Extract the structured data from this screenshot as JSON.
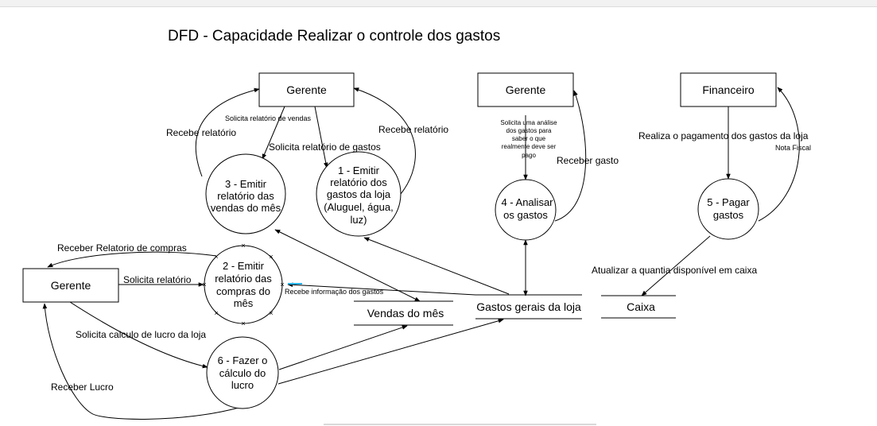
{
  "title": "DFD - Capacidade Realizar o controle dos gastos",
  "entities": [
    {
      "id": "gerente_top",
      "label": "Gerente"
    },
    {
      "id": "gerente_mid",
      "label": "Gerente"
    },
    {
      "id": "financeiro",
      "label": "Financeiro"
    },
    {
      "id": "gerente_left",
      "label": "Gerente"
    }
  ],
  "processes": [
    {
      "id": "p3",
      "lines": [
        "3 - Emitir",
        "relatório das",
        "vendas do mês"
      ]
    },
    {
      "id": "p1",
      "lines": [
        "1 - Emitir",
        "relatório dos",
        "gastos da loja",
        "(Aluguel, água,",
        "luz)"
      ]
    },
    {
      "id": "p4",
      "lines": [
        "4 -  Analisar",
        "os gastos"
      ]
    },
    {
      "id": "p5",
      "lines": [
        "5 - Pagar",
        "gastos"
      ]
    },
    {
      "id": "p2",
      "lines": [
        "2 - Emitir",
        "relatório das",
        "compras do",
        "mês"
      ]
    },
    {
      "id": "p6",
      "lines": [
        "6 - Fazer o",
        "cálculo do",
        "lucro"
      ]
    }
  ],
  "stores": [
    {
      "id": "vendas",
      "label": "Vendas do mês"
    },
    {
      "id": "gastos",
      "label": "Gastos gerais da loja"
    },
    {
      "id": "caixa",
      "label": "Caixa"
    }
  ],
  "flows": {
    "recebe_relatorio_left": "Recebe relatório",
    "solicita_relatorio_vendas": "Solicita relatório de vendas",
    "solicita_relatorio_gastos": "Solicita relatório de gastos",
    "recebe_relatorio_right": "Recebe relatório",
    "solicita_analise": [
      "Solicita uma análise",
      "dos gastos para",
      "saber o que",
      "realmente deve ser",
      "pago"
    ],
    "receber_gasto": "Receber gasto",
    "realiza_pagamento": "Realiza o pagamento dos gastos da loja",
    "nota_fiscal": "Nota Fiscal",
    "receber_relatorio_compras": "Receber Relatorio de compras",
    "solicita_relatorio": "Solicita relatório",
    "recebe_informacao_gastos": "Recebe informação dos gastos",
    "atualizar_caixa": "Atualizar a quantia disponível em caixa",
    "solicita_calculo_lucro": "Solicita calculo de lucro da loja",
    "receber_lucro": "Receber Lucro"
  },
  "colors": {
    "stroke": "#000000",
    "background": "#ffffff",
    "selection_handle": "#29b6f2"
  }
}
